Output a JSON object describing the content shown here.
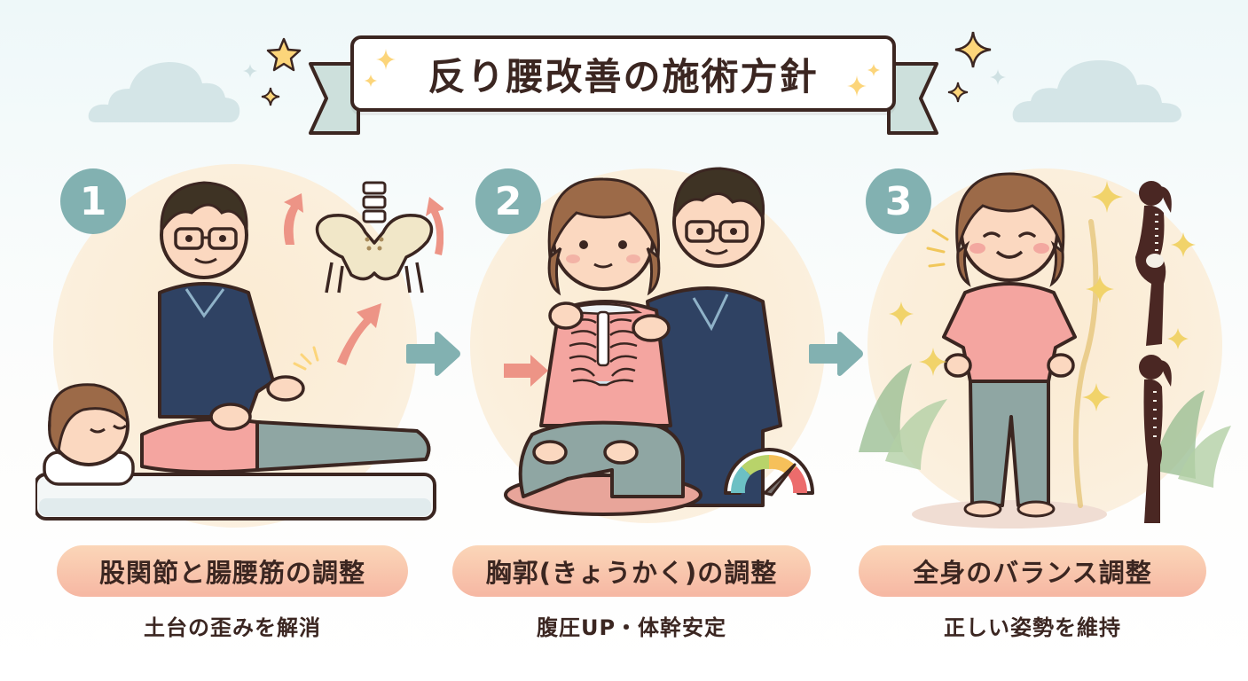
{
  "title": "反り腰改善の施術方針",
  "colors": {
    "step_badge": "#82b1b1",
    "flow_arrow": "#82b1b1",
    "pill_top": "#fbd6b8",
    "pill_bottom": "#f6b7a3",
    "text": "#3b2621",
    "accent_arrow": "#e9847b",
    "star": "#fcd57a"
  },
  "steps": [
    {
      "number": "1",
      "heading": "股関節と腸腰筋の調整",
      "subtext": "土台の歪みを解消",
      "illustration": "practitioner-adjusting-lying-patient-with-pelvis-diagram"
    },
    {
      "number": "2",
      "heading": "胸郭(きょうかく)の調整",
      "subtext": "腹圧UP・体幹安定",
      "illustration": "practitioner-adjusting-seated-patient-ribcage-with-pressure-gauge"
    },
    {
      "number": "3",
      "heading": "全身のバランス調整",
      "subtext": "正しい姿勢を維持",
      "illustration": "standing-patient-with-before-after-posture-silhouettes"
    }
  ]
}
